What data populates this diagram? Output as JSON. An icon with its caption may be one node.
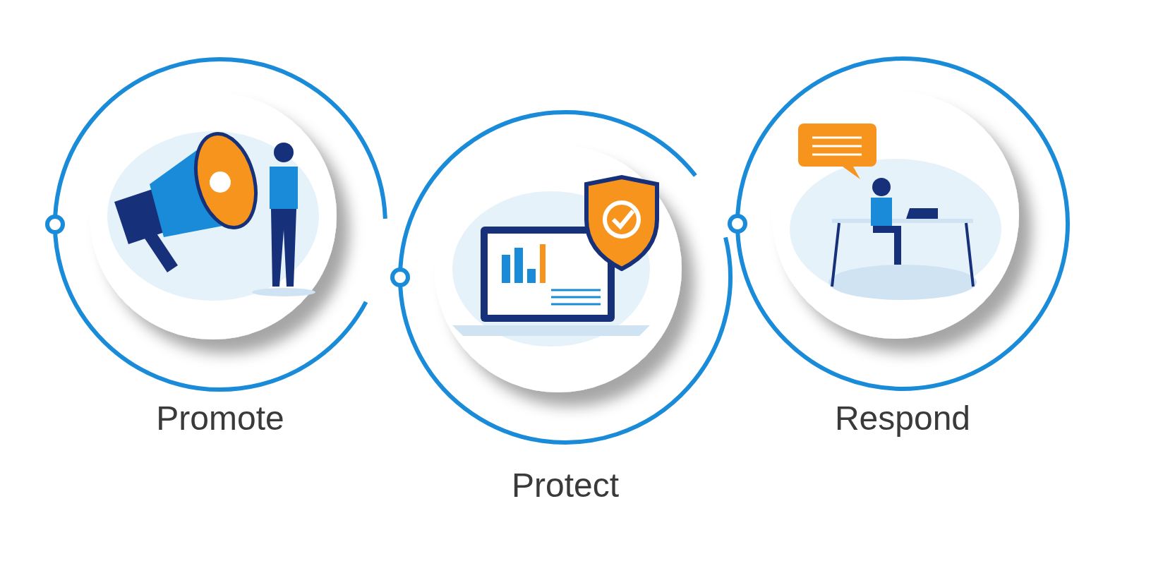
{
  "diagram": {
    "nodes": [
      {
        "text": [
          "Promote"
        ]
      },
      {
        "text": [
          "Protect"
        ]
      },
      {
        "text": [
          "Respond"
        ]
      }
    ],
    "edges": []
  }
}
